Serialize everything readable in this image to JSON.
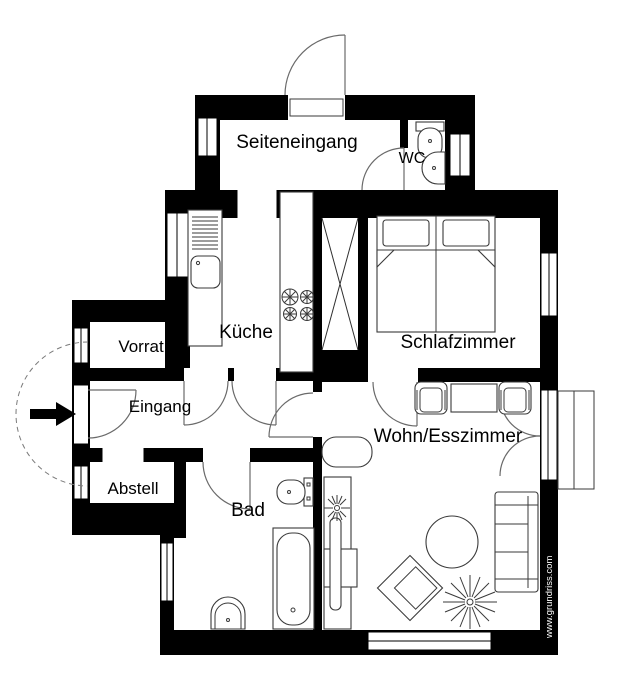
{
  "colors": {
    "background": "#ffffff",
    "walls": "#000000",
    "furniture_lines": "#3a3a3a",
    "door_arcs": "#6a6a6a"
  },
  "watermark": "www.grundriss.com",
  "rooms": {
    "seiteneingang": {
      "label": "Seiteneingang"
    },
    "wc": {
      "label": "WC"
    },
    "kueche": {
      "label": "Küche"
    },
    "schlafzimmer": {
      "label": "Schlafzimmer"
    },
    "vorrat": {
      "label": "Vorrat"
    },
    "eingang": {
      "label": "Eingang"
    },
    "abstell": {
      "label": "Abstell"
    },
    "bad": {
      "label": "Bad"
    },
    "wohn_esszimmer": {
      "label": "Wohn/Esszimmer"
    }
  }
}
